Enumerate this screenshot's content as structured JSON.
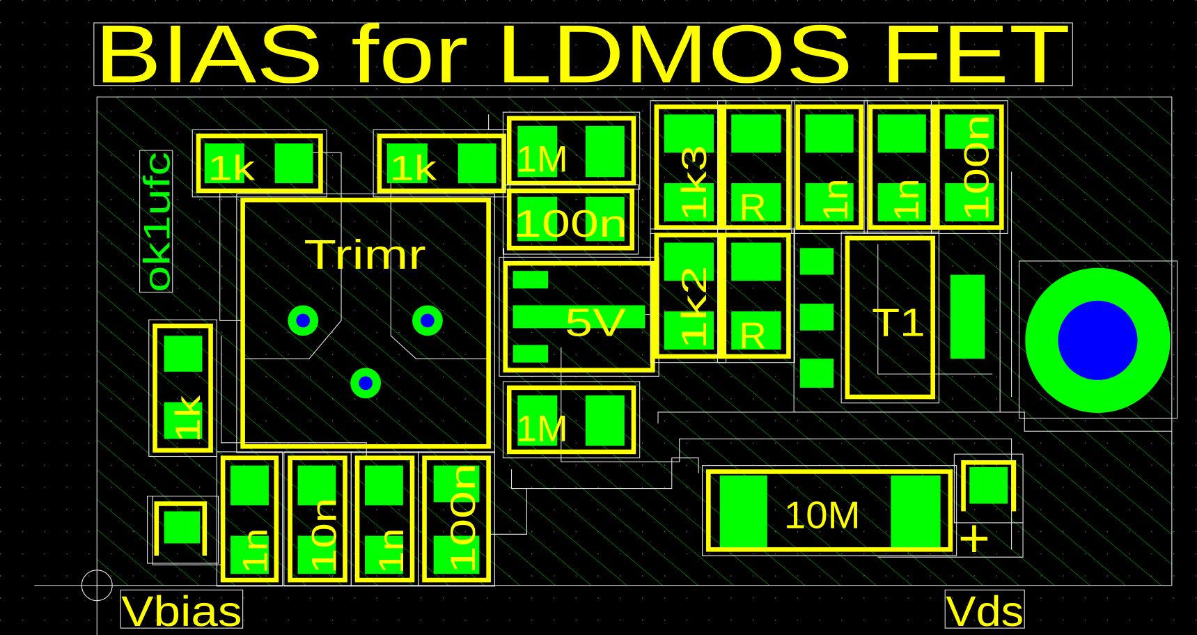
{
  "title": "BIAS for LDMOS FET",
  "author_mark": "ok1ufc",
  "connectors": {
    "left": "Vbias",
    "right": "Vds"
  },
  "components": {
    "r_top_left": "1k",
    "r_top_mid": "1k",
    "r_1m_top": "1M",
    "c_100n_mid": "100n",
    "trimmer": "Trimr",
    "regulator": "5V",
    "r_1m_bottom": "1M",
    "r_1k3": "1k3",
    "r_r_top": "R",
    "c_1n_top_a": "1n",
    "c_1n_top_b": "1n",
    "c_100n_top": "100n",
    "r_1k2": "1k2",
    "r_r_mid": "R",
    "transistor": "T1",
    "r_1k_left": "1k",
    "c_1n_bot_a": "1n",
    "c_10n_bot": "10n",
    "c_1n_bot_b": "1n",
    "c_100n_bot": "100n",
    "r_10m": "10M",
    "cap_polarity": "+"
  },
  "colors": {
    "silkscreen": "#ffff00",
    "copper": "#00ff00",
    "drill": "#0000ff",
    "outline": "#e6e6e6",
    "background": "#000000"
  }
}
